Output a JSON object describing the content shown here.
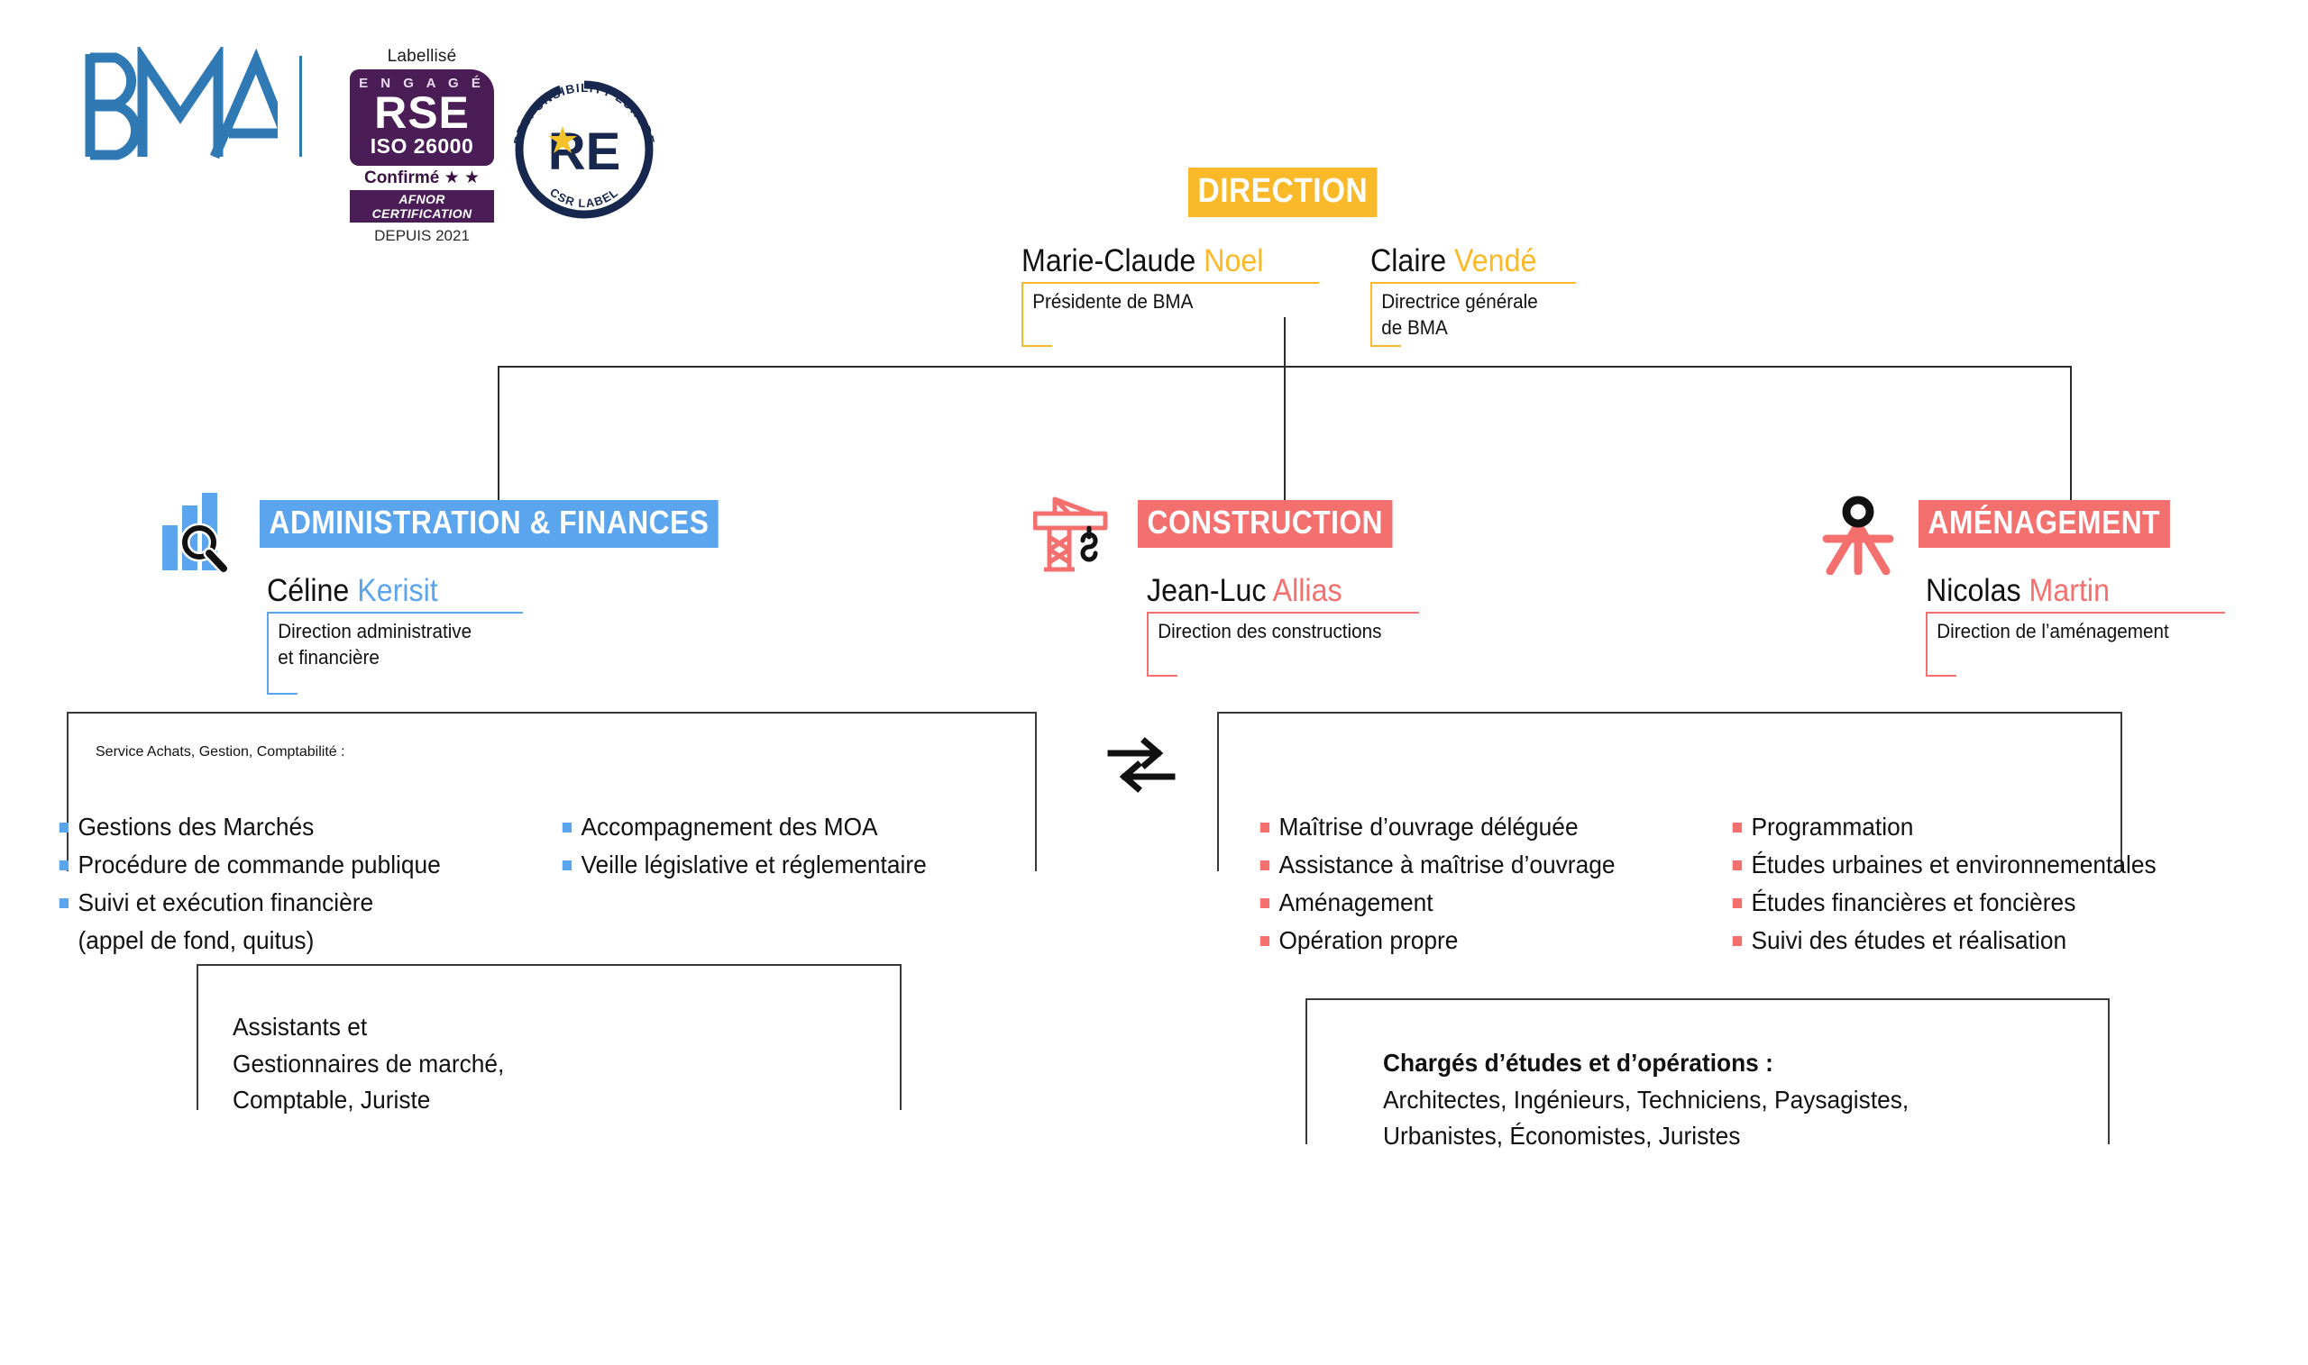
{
  "brand": {
    "logo_text": "BMA",
    "rse_badge": {
      "label": "Labellisé",
      "engage": "E N G A G É",
      "title": "RSE",
      "norm": "ISO 26000",
      "confirmed": "Confirmé ★ ★",
      "certifier": "AFNOR CERTIFICATION",
      "since": "DEPUIS 2021"
    },
    "re_badge": {
      "arc_top": "RESPONSIBILITY EUROPE",
      "arc_bottom": "CSR LABEL",
      "monogram": "RE"
    }
  },
  "colors": {
    "yellow": "#F9B928",
    "blue": "#5BA5EF",
    "coral": "#F4706E",
    "line": "#2B2B2B",
    "logo_blue": "#2F79B5",
    "badge_purple": "#4B1D56"
  },
  "direction": {
    "title": "DIRECTION",
    "people": [
      {
        "first_name": "Marie-Claude ",
        "last_name": "Noel",
        "role": "Présidente de BMA"
      },
      {
        "first_name": "Claire ",
        "last_name": "Vendé",
        "role": "Directrice générale de BMA"
      }
    ]
  },
  "departments": [
    {
      "key": "administration",
      "title": "ADMINISTRATION & FINANCES",
      "icon": "bar-chart-magnifier-icon",
      "person": {
        "first_name": "Céline ",
        "last_name": "Kerisit",
        "role": "Direction administrative\net financière"
      }
    },
    {
      "key": "construction",
      "title": "CONSTRUCTION",
      "icon": "crane-icon",
      "person": {
        "first_name": "Jean-Luc ",
        "last_name": "Allias",
        "role": "Direction des constructions"
      }
    },
    {
      "key": "amenagement",
      "title": "AMÉNAGEMENT",
      "icon": "surveyor-tripod-icon",
      "person": {
        "first_name": "Nicolas ",
        "last_name": "Martin",
        "role": "Direction de l’aménagement"
      }
    }
  ],
  "left_box": {
    "heading": "Service Achats, Gestion, Comptabilité :",
    "column_1": [
      "Gestions des Marchés",
      "Procédure de commande publique",
      "Suivi et exécution financière",
      "(appel de fond, quitus)"
    ],
    "column_1_nobullet_index": 3,
    "column_2": [
      "Accompagnement des MOA",
      "Veille législative et réglementaire"
    ]
  },
  "right_box": {
    "column_1": [
      "Maîtrise d’ouvrage déléguée",
      "Assistance à maîtrise d’ouvrage",
      "Aménagement",
      "Opération propre"
    ],
    "column_2": [
      "Programmation",
      "Études urbaines et environnementales",
      "Études financières et foncières",
      "Suivi des études et réalisation"
    ]
  },
  "left_bottom_box": {
    "text": "Assistants et\nGestionnaires de marché,\nComptable, Juriste"
  },
  "right_bottom_box": {
    "heading": "Chargés d’études et d’opérations :",
    "text": "Architectes, Ingénieurs, Techniciens, Paysagistes,\nUrbanistes, Économistes, Juristes"
  },
  "exchange_icon": "exchange-arrows-icon"
}
